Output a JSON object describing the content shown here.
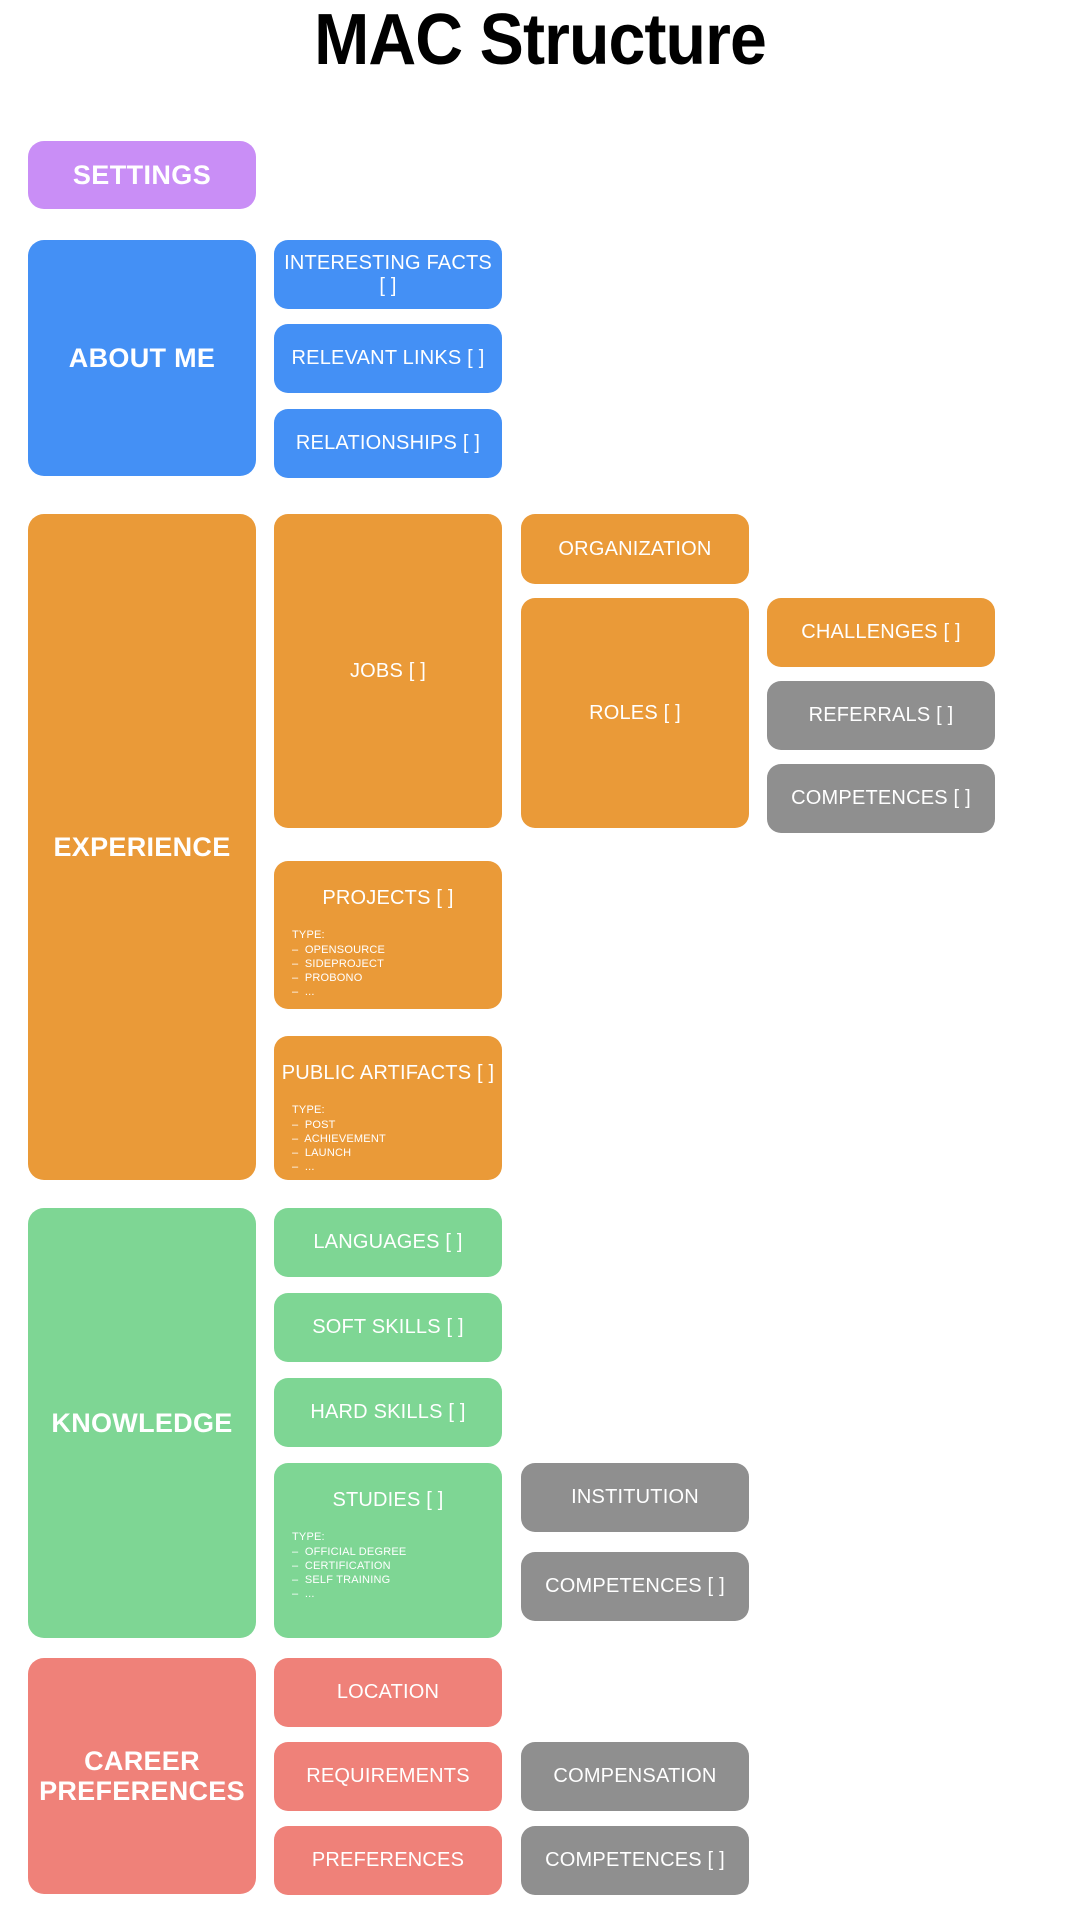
{
  "title": "MAC Structure",
  "colors": {
    "purple": "#c98ef6",
    "blue": "#4490f5",
    "orange": "#ea9a38",
    "green": "#7ed694",
    "salmon": "#ef8179",
    "gray": "#8f8f8f",
    "background": "#ffffff",
    "text_on_box": "#ffffff",
    "title_text": "#000000"
  },
  "sections": {
    "settings": {
      "label": "SETTINGS"
    },
    "about_me": {
      "label": "ABOUT ME",
      "children": [
        {
          "label": "INTERESTING FACTS [ ]"
        },
        {
          "label": "RELEVANT LINKS [ ]"
        },
        {
          "label": "RELATIONSHIPS [ ]"
        }
      ]
    },
    "experience": {
      "label": "EXPERIENCE",
      "jobs": {
        "label": "JOBS [ ]"
      },
      "organization": {
        "label": "ORGANIZATION"
      },
      "roles": {
        "label": "ROLES [ ]"
      },
      "challenges": {
        "label": "CHALLENGES [ ]"
      },
      "referrals": {
        "label": "REFERRALS [ ]"
      },
      "competences": {
        "label": "COMPETENCES [ ]"
      },
      "projects": {
        "label": "PROJECTS [ ]",
        "list_head": "TYPE:",
        "list_items": [
          "–  OPENSOURCE",
          "–  SIDEPROJECT",
          "–  PROBONO",
          "–  ..."
        ]
      },
      "public_artifacts": {
        "label": "PUBLIC ARTIFACTS [ ]",
        "list_head": "TYPE:",
        "list_items": [
          "–  POST",
          "–  ACHIEVEMENT",
          "–  LAUNCH",
          "–  ..."
        ]
      }
    },
    "knowledge": {
      "label": "KNOWLEDGE",
      "languages": {
        "label": "LANGUAGES [ ]"
      },
      "soft_skills": {
        "label": "SOFT SKILLS [ ]"
      },
      "hard_skills": {
        "label": "HARD SKILLS [ ]"
      },
      "studies": {
        "label": "STUDIES [ ]",
        "list_head": "TYPE:",
        "list_items": [
          "–  OFFICIAL DEGREE",
          "–  CERTIFICATION",
          "–  SELF TRAINING",
          "–  ..."
        ]
      },
      "institution": {
        "label": "INSTITUTION"
      },
      "competences": {
        "label": "COMPETENCES [ ]"
      }
    },
    "career_preferences": {
      "label": "CAREER\nPREFERENCES",
      "label_line1": "CAREER",
      "label_line2": "PREFERENCES",
      "location": {
        "label": "LOCATION"
      },
      "requirements": {
        "label": "REQUIREMENTS"
      },
      "preferences": {
        "label": "PREFERENCES"
      },
      "compensation": {
        "label": "COMPENSATION"
      },
      "competences": {
        "label": "COMPETENCES [ ]"
      }
    }
  }
}
